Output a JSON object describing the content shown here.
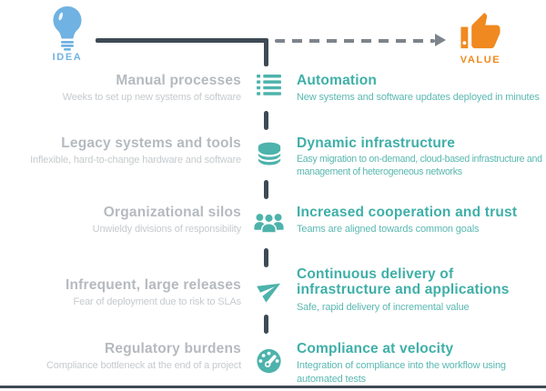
{
  "header": {
    "idea_label": "IDEA",
    "value_label": "VALUE",
    "start_icon": "lightbulb-icon",
    "end_icon": "thumbs-up-icon"
  },
  "rows": [
    {
      "icon": "list-icon",
      "old_title": "Manual processes",
      "old_desc": "Weeks to set up new systems of software",
      "new_title": "Automation",
      "new_desc": "New systems and software updates deployed in minutes"
    },
    {
      "icon": "database-icon",
      "old_title": "Legacy systems and tools",
      "old_desc": "Inflexible, hard-to-change hardware and software",
      "new_title": "Dynamic infrastructure",
      "new_desc": "Easy migration to on-demand, cloud-based infrastructure and management of heterogeneous networks"
    },
    {
      "icon": "team-icon",
      "old_title": "Organizational silos",
      "old_desc": "Unwieldy divisions of responsibility",
      "new_title": "Increased cooperation and trust",
      "new_desc": "Teams are aligned towards common goals"
    },
    {
      "icon": "paper-plane-icon",
      "old_title": "Infrequent, large releases",
      "old_desc": "Fear of deployment due to risk to SLAs",
      "new_title": "Continuous delivery of infrastructure and applications",
      "new_desc": "Safe, rapid delivery of incremental value"
    },
    {
      "icon": "gauge-icon",
      "old_title": "Regulatory burdens",
      "old_desc": "Compliance bottleneck at the end of a project",
      "new_title": "Compliance at velocity",
      "new_desc": "Integration of compliance into the workflow using automated tests"
    }
  ],
  "colors": {
    "icon-teal": "#4db3ab",
    "teal-heading": "#3fafa8",
    "teal-sub": "#5ab8b1",
    "gray-heading": "#b5babf",
    "gray-sub": "#c6cacd",
    "line-dark": "#3e4a55",
    "dash-gray": "#7d848b",
    "idea-blue": "#70b2e2",
    "value-orange": "#f0891f"
  }
}
